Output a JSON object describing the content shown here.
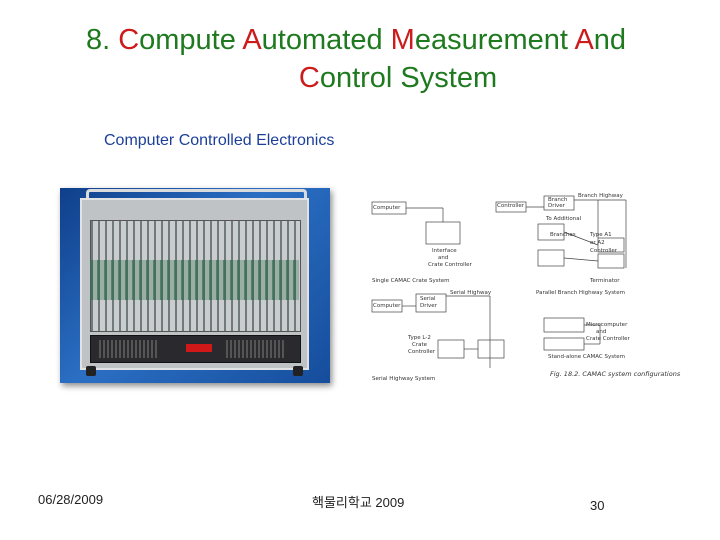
{
  "title": {
    "line1": [
      {
        "text": "8. ",
        "cap": false
      },
      {
        "text": "C",
        "cap": true
      },
      {
        "text": "ompute ",
        "cap": false
      },
      {
        "text": "A",
        "cap": true
      },
      {
        "text": "utomated ",
        "cap": false
      },
      {
        "text": "M",
        "cap": true
      },
      {
        "text": "easurement ",
        "cap": false
      },
      {
        "text": "A",
        "cap": true
      },
      {
        "text": "nd",
        "cap": false
      }
    ],
    "line2": [
      {
        "text": "C",
        "cap": true
      },
      {
        "text": "ontrol System",
        "cap": false
      }
    ]
  },
  "subtitle": "Computer Controlled Electronics",
  "diagram": {
    "labels": {
      "computer1": "Computer",
      "controller": "Controller",
      "branch_driver": "Branch",
      "branch_driver2": "Driver",
      "branch_highway": "Branch Highway",
      "additional": "To Additional",
      "branches": "Branches",
      "interface": "Interface",
      "and1": "and",
      "crate_controller": "Crate Controller",
      "type_a1": "Type A1",
      "or_a2": "or A2",
      "crate_controller2": "Controller",
      "single_crate": "Single CAMAC Crate System",
      "terminator": "Terminator",
      "computer2": "Computer",
      "serial_highway": "Serial Highway",
      "serial_driver": "Serial",
      "serial_driver2": "Driver",
      "parallel": "Parallel Branch Highway System",
      "type_l2": "Type L-2",
      "crate2": "Crate",
      "controller3": "Controller",
      "micro": "Microcomputer",
      "and2": "and",
      "crate_controller4": "Crate Controller",
      "standalone": "Stand-alone CAMAC System",
      "serial_system": "Serial Highway System",
      "caption": "Fig. 18.2. CAMAC system configurations"
    }
  },
  "footer": {
    "date": "06/28/2009",
    "center": "핵물리학교 2009",
    "page": "30"
  },
  "colors": {
    "title_green": "#1f7a1f",
    "title_red": "#cc1b1b",
    "subtitle_blue": "#1c3f99",
    "photo_blue": "#1f5aac"
  }
}
